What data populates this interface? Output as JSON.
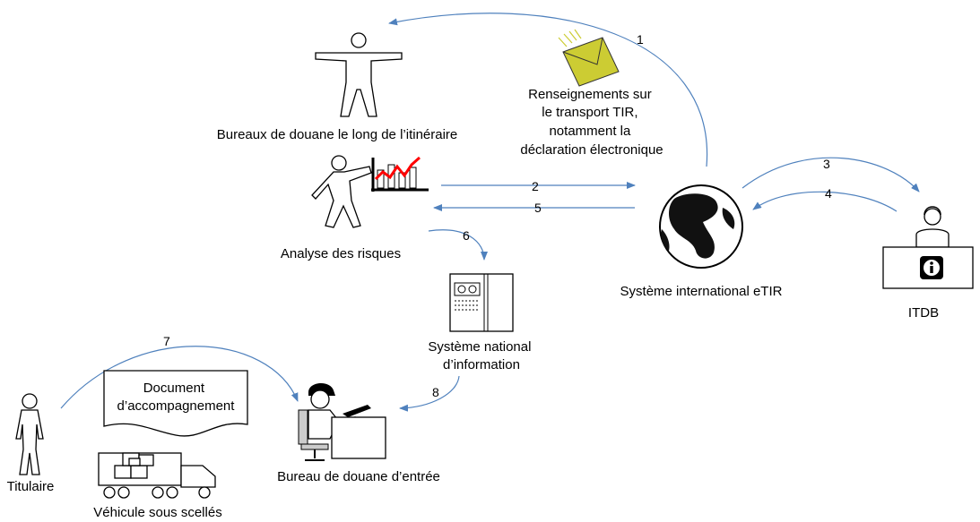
{
  "labels": {
    "bureaux_itineraire": "Bureaux de douane le long de l’itinéraire",
    "renseignements": [
      "Renseignements sur",
      "le transport TIR,",
      "notamment la",
      "déclaration électronique"
    ],
    "analyse_risques": "Analyse des risques",
    "systeme_international": "Système international eTIR",
    "itdb": "ITDB",
    "systeme_national": [
      "Système national",
      "d’information"
    ],
    "document": [
      "Document",
      "d’accompagnement"
    ],
    "bureau_entree": "Bureau de douane d’entrée",
    "titulaire": "Titulaire",
    "vehicule": "Véhicule sous scellés"
  },
  "arrow_numbers": [
    "1",
    "2",
    "3",
    "4",
    "5",
    "6",
    "7",
    "8"
  ],
  "colors": {
    "arrow": "#4f81bd",
    "envelope": "#cccc33",
    "chart_line": "#ff0000"
  },
  "icons": [
    "person-arms-out-icon",
    "envelope-icon",
    "presenter-icon",
    "chart-icon",
    "globe-icon",
    "server-icon",
    "operator-headset-icon",
    "info-icon",
    "customs-officer-icon",
    "person-icon",
    "document-icon",
    "truck-icon"
  ]
}
